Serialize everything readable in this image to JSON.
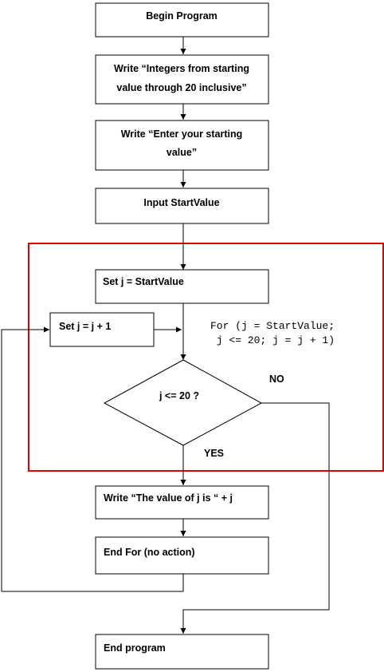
{
  "flowchart": {
    "begin": "Begin Program",
    "write_title_line1": "Write “Integers from starting",
    "write_title_line2": "value through 20 inclusive”",
    "write_prompt_line1": "Write “Enter your starting",
    "write_prompt_line2": "value”",
    "input": "Input StartValue",
    "set_start": "Set j = StartValue",
    "increment": "Set j = j + 1",
    "condition": "j <= 20 ?",
    "no_label": "NO",
    "yes_label": "YES",
    "write_value": "Write “The value of j is “ + j",
    "end_for": "End For (no action)",
    "end": "End program"
  },
  "annotation": {
    "line1": "For (j = StartValue;",
    "line2": " j <= 20; j = j + 1)"
  },
  "colors": {
    "frame": "#e00000",
    "stroke": "#000000"
  }
}
